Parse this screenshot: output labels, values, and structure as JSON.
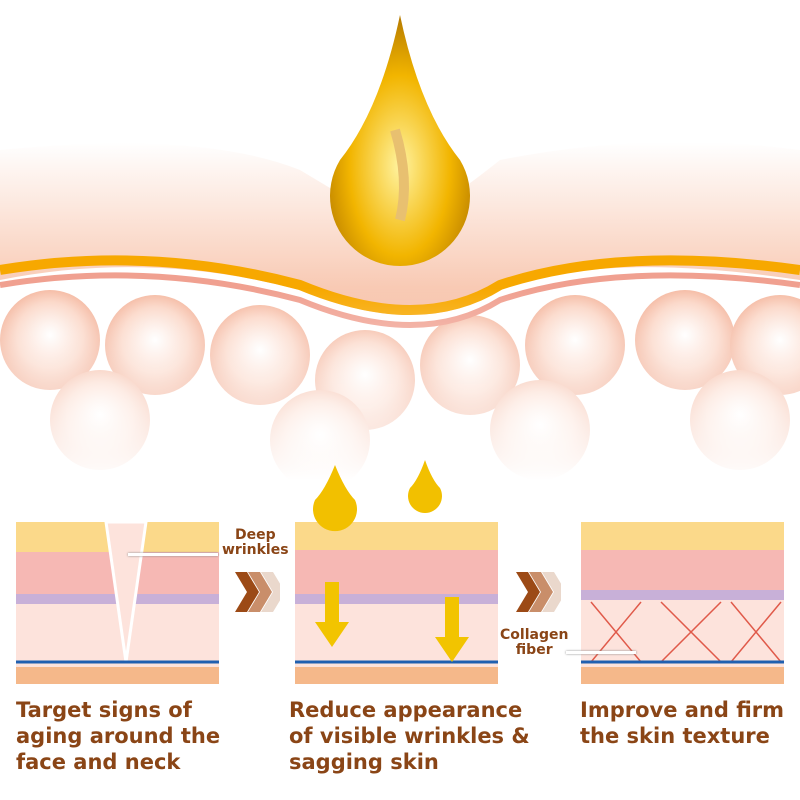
{
  "labels": {
    "deep_wrinkles": "Deep\nwrinkles",
    "collagen_fiber": "Collagen\nfiber"
  },
  "steps": [
    {
      "caption": "Target signs of\naging around the\nface and neck"
    },
    {
      "caption": "Reduce appearance\nof visible wrinkles &\nsagging skin"
    },
    {
      "caption": "Improve and firm\nthe skin texture"
    }
  ],
  "colors": {
    "text": "#8a4516",
    "oil": "#f2b500",
    "skin": "#f6c3ae"
  }
}
